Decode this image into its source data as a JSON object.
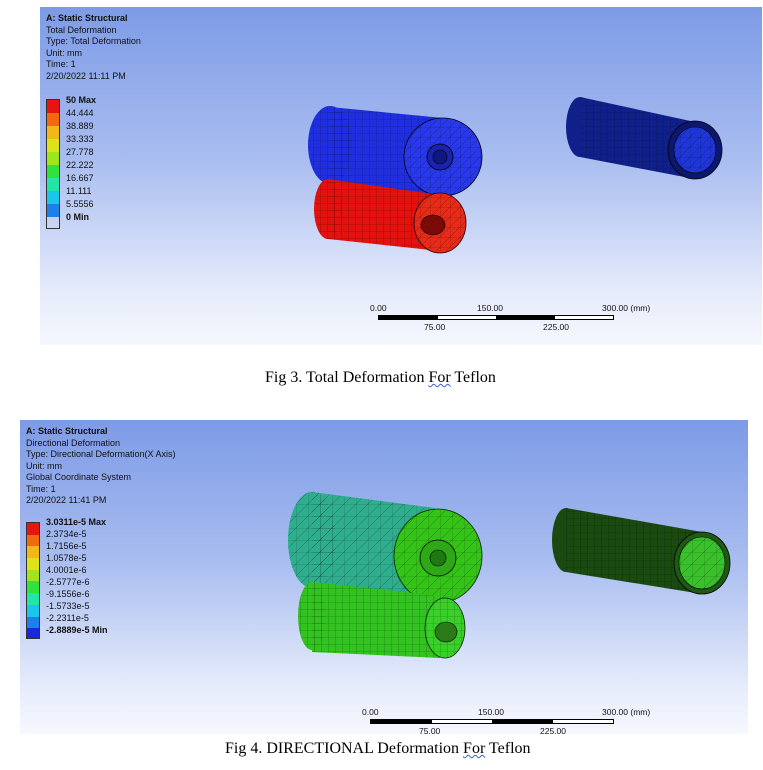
{
  "figures": [
    {
      "header": {
        "title": "A: Static Structural",
        "lines": [
          "Total Deformation",
          "Type: Total Deformation",
          "Unit: mm",
          "Time: 1",
          "2/20/2022 11:11 PM"
        ]
      },
      "legend": [
        "50 Max",
        "44.444",
        "38.889",
        "33.333",
        "27.778",
        "22.222",
        "16.667",
        "11.111",
        "5.5556",
        "0 Min"
      ],
      "legend_colors": [
        "#e8140f",
        "#f06a10",
        "#f0b818",
        "#dde21a",
        "#9ee61c",
        "#2fe23c",
        "#21e6a8",
        "#19c8e8",
        "#1d80ea",
        "#1a26e0"
      ],
      "scale": {
        "top": [
          "0.00",
          "150.00",
          "300.00 (mm)"
        ],
        "bottom": [
          "75.00",
          "225.00"
        ]
      },
      "caption": {
        "before": "Fig 3. Total Deformation ",
        "spell": "For",
        "after": " Teflon"
      },
      "parts_colors": {
        "large_roller": "#1f2fe0",
        "small_roller": "#e3120e",
        "tube": "#10208a"
      }
    },
    {
      "header": {
        "title": "A: Static Structural",
        "lines": [
          "Directional Deformation",
          "Type: Directional Deformation(X Axis)",
          "Unit: mm",
          "Global Coordinate System",
          "Time: 1",
          "2/20/2022 11:41 PM"
        ]
      },
      "legend": [
        "3.0311e-5 Max",
        "2.3734e-5",
        "1.7156e-5",
        "1.0578e-5",
        "4.0001e-6",
        "-2.5777e-6",
        "-9.1556e-6",
        "-1.5733e-5",
        "-2.2311e-5",
        "-2.8889e-5 Min"
      ],
      "legend_colors": [
        "#e8140f",
        "#f06a10",
        "#f0b818",
        "#dde21a",
        "#9ee61c",
        "#2fe23c",
        "#21e6a8",
        "#19c8e8",
        "#1d80ea",
        "#1a26e0"
      ],
      "scale": {
        "top": [
          "0.00",
          "150.00",
          "300.00 (mm)"
        ],
        "bottom": [
          "75.00",
          "225.00"
        ]
      },
      "caption": {
        "before": "Fig 4. DIRECTIONAL Deformation ",
        "spell": "For",
        "after": " Teflon"
      },
      "parts_colors": {
        "large_roller": "#2fae8e",
        "small_roller": "#32c320",
        "tube": "#1a4a10"
      }
    }
  ]
}
